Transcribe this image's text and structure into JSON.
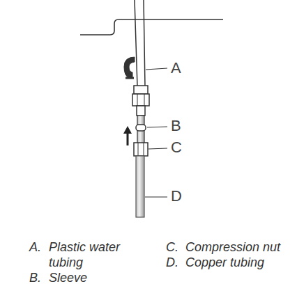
{
  "diagram": {
    "labels": [
      "A",
      "B",
      "C",
      "D",
      "A.",
      "Plastic water tubing",
      "B.",
      "Sleeve",
      "C.",
      "Compression nut",
      "D.",
      "Copper tubing"
    ]
  }
}
